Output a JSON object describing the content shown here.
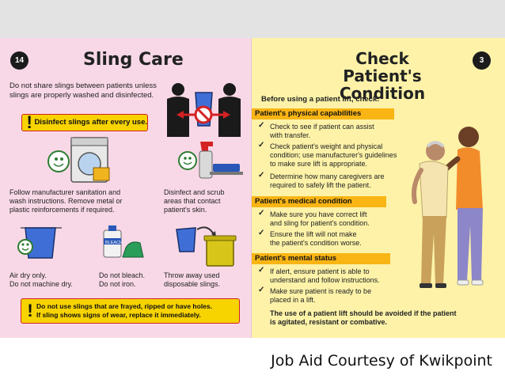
{
  "left": {
    "page_number": "14",
    "title": "Sling Care",
    "intro": [
      "Do not share slings between patients unless",
      "slings are properly washed and disinfected."
    ],
    "warning1": "Disinfect slings after every use.",
    "follow": [
      "Follow manufacturer sanitation and",
      "wash instructions. Remove metal or",
      "plastic reinforcements if required."
    ],
    "scrub": [
      "Disinfect and scrub",
      "areas that contact",
      "patient's skin."
    ],
    "airdry": [
      "Air dry only.",
      "Do not machine dry."
    ],
    "bleach": [
      "Do not bleach.",
      "Do not iron."
    ],
    "throwaway": [
      "Throw away used",
      "disposable slings."
    ],
    "bleach_label": "BLEACH",
    "warning2": [
      "Do not use slings that are frayed, ripped or have holes.",
      "If sling shows signs of wear, replace it immediately."
    ]
  },
  "right": {
    "page_number": "3",
    "title": [
      "Check Patient's",
      "Condition"
    ],
    "lead": "Before using a patient lift, check:",
    "sections": [
      {
        "label": "Patient's physical capabilities",
        "items": [
          [
            "Check to see if patient can assist",
            "with transfer."
          ],
          [
            "Check patient's weight and physical",
            "condition; use manufacturer's guidelines",
            "to make sure lift is appropriate."
          ],
          [
            "Determine how many caregivers are",
            "required to safely lift the patient."
          ]
        ]
      },
      {
        "label": "Patient's medical condition",
        "items": [
          [
            "Make sure you have correct lift",
            "and sling for patient's condition."
          ],
          [
            "Ensure the lift will not make",
            "the patient's condition worse."
          ]
        ]
      },
      {
        "label": "Patient's mental status",
        "items": [
          [
            "If alert, ensure patient is able to",
            "understand and follow instructions."
          ],
          [
            "Make sure patient is ready to be",
            "placed in a lift."
          ]
        ]
      }
    ],
    "note": [
      "The use of a patient lift should be avoided if the patient",
      "is agitated, resistant or combative."
    ]
  },
  "check_mark": "✓",
  "warning_mark": "!",
  "credit": "Job Aid Courtesy of Kwikpoint",
  "colors": {
    "left_bg": "#f8d8e6",
    "right_bg": "#fdf2a8",
    "warning_yellow": "#f7d300",
    "warning_border": "#d22020",
    "section_orange": "#f9b514"
  }
}
